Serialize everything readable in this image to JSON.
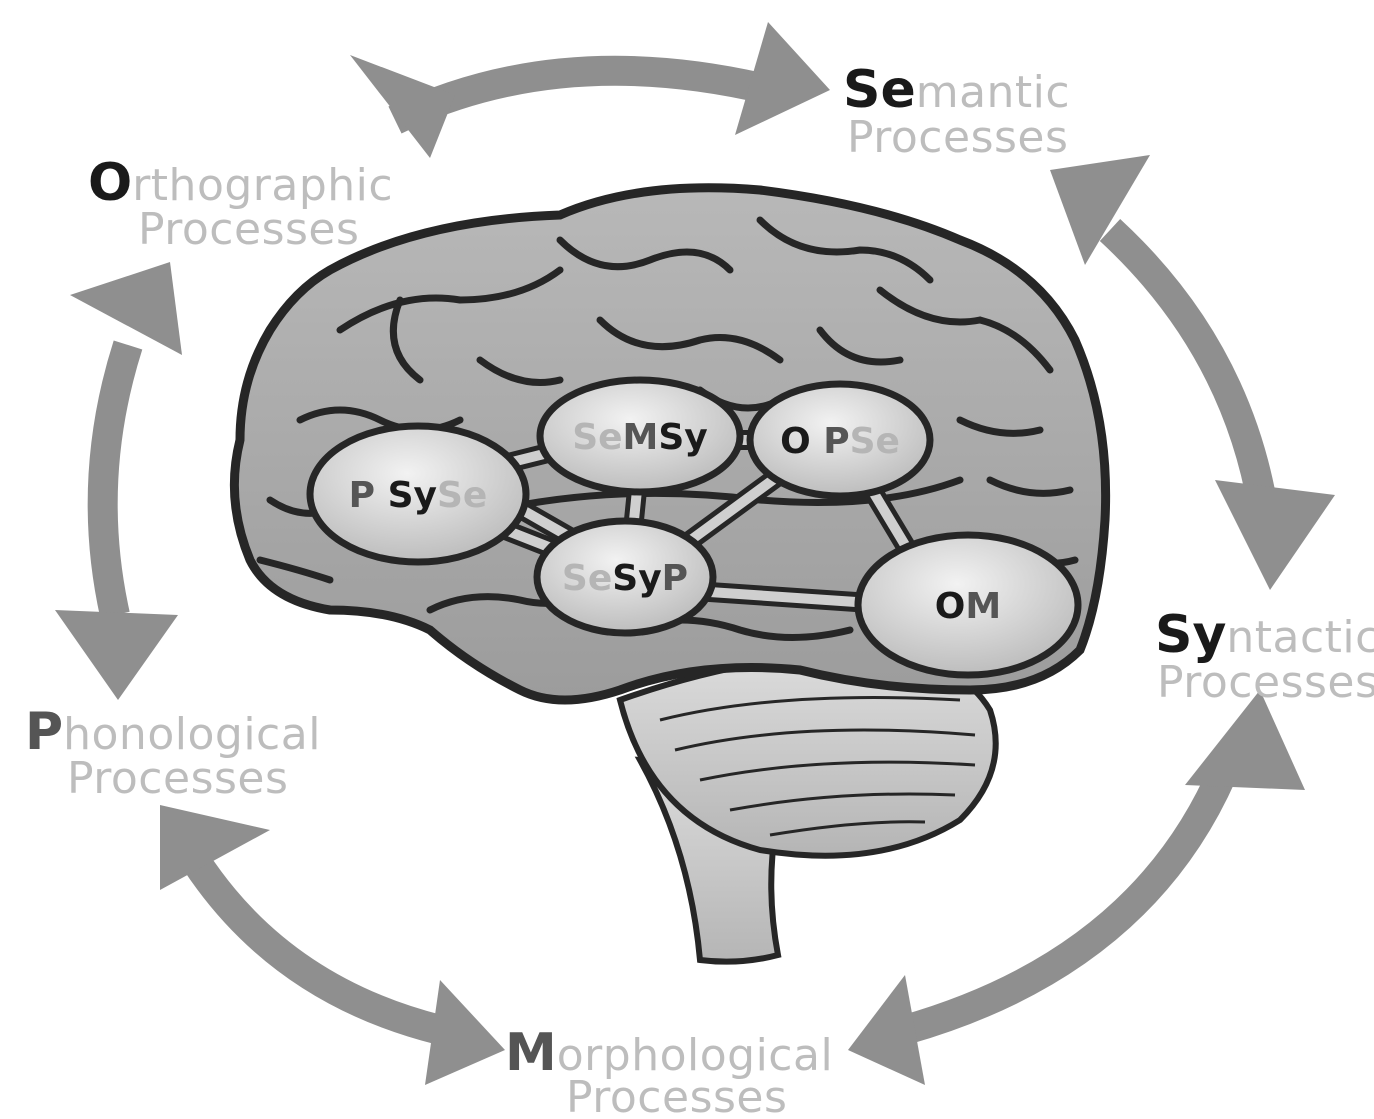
{
  "colors": {
    "arrow": "#8f8f8f",
    "brain_fill": "#a9a9a9",
    "brain_outline": "#262626",
    "node_fill": "#cfcfcf",
    "text_dark": "#1a1a1a",
    "text_mid": "#555555",
    "text_light": "#bdbdbd"
  },
  "processes": {
    "orthographic": {
      "initial": "O",
      "rest": "rthographic",
      "line2": "Processes"
    },
    "semantic": {
      "initial": "Se",
      "rest": "mantic",
      "line2": "Processes"
    },
    "syntactic": {
      "initial": "Sy",
      "rest": "ntactic",
      "line2": "Processes"
    },
    "phonological": {
      "initial": "P",
      "rest": "honological",
      "line2": "Processes"
    },
    "morphological": {
      "initial": "M",
      "rest": "orphological",
      "line2": "Processes"
    }
  },
  "nodes": [
    {
      "id": "psyse",
      "parts": [
        {
          "text": "P ",
          "tone": "mid"
        },
        {
          "text": "Sy",
          "tone": "dark"
        },
        {
          "text": "Se",
          "tone": "light"
        }
      ]
    },
    {
      "id": "semsy",
      "parts": [
        {
          "text": "Se",
          "tone": "light"
        },
        {
          "text": "M",
          "tone": "mid"
        },
        {
          "text": "Sy",
          "tone": "dark"
        }
      ]
    },
    {
      "id": "opse",
      "parts": [
        {
          "text": "O ",
          "tone": "dark"
        },
        {
          "text": "P",
          "tone": "mid"
        },
        {
          "text": "Se",
          "tone": "light"
        }
      ]
    },
    {
      "id": "sesyp",
      "parts": [
        {
          "text": "Se",
          "tone": "light"
        },
        {
          "text": "Sy",
          "tone": "dark"
        },
        {
          "text": "P",
          "tone": "mid"
        }
      ]
    },
    {
      "id": "om",
      "parts": [
        {
          "text": "O",
          "tone": "dark"
        },
        {
          "text": "M",
          "tone": "mid"
        }
      ]
    }
  ]
}
